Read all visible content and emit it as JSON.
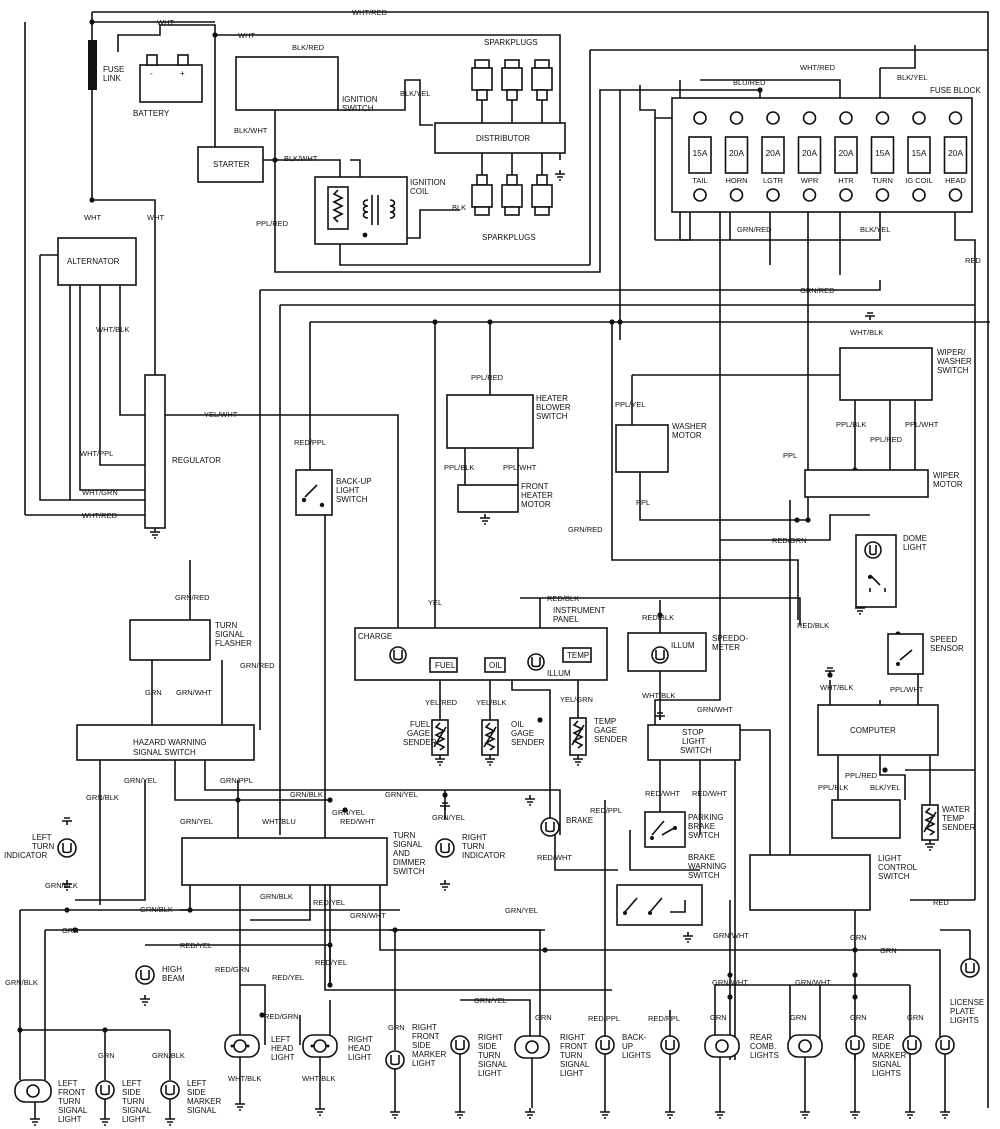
{
  "labels": {
    "fuse_link": [
      "FUSE",
      "LINK"
    ],
    "battery": "BATTERY",
    "battery_neg": "-",
    "battery_pos": "+",
    "ignition_switch": [
      "IGNITION",
      "SWITCH"
    ],
    "sparkplugs_top": "SPARKPLUGS",
    "sparkplugs_bottom": "SPARKPLUGS",
    "distributor": "DISTRIBUTOR",
    "ignition_coil": [
      "IGNITION",
      "COIL"
    ],
    "starter": "STARTER",
    "alternator": "ALTERNATOR",
    "regulator": "REGULATOR",
    "fuse_block": "FUSE BLOCK",
    "heater_blower_switch": [
      "HEATER",
      "BLOWER",
      "SWITCH"
    ],
    "front_heater_motor": [
      "FRONT",
      "HEATER",
      "MOTOR"
    ],
    "washer_motor": [
      "WASHER",
      "MOTOR"
    ],
    "wiper_washer_switch": [
      "WIPER/",
      "WASHER",
      "SWITCH"
    ],
    "wiper_motor": [
      "WIPER",
      "MOTOR"
    ],
    "dome_light": [
      "DOME",
      "LIGHT"
    ],
    "back_up_light_switch": [
      "BACK-UP",
      "LIGHT",
      "SWITCH"
    ],
    "turn_signal_flasher": [
      "TURN",
      "SIGNAL",
      "FLASHER"
    ],
    "instrument_panel": [
      "INSTRUMENT",
      "PANEL"
    ],
    "charge": "CHARGE",
    "fuel": "FUEL",
    "oil": "OIL",
    "temp": "TEMP",
    "illum_panel": "ILLUM",
    "illum_speedo": "ILLUM",
    "speedometer": [
      "SPEEDO-",
      "METER"
    ],
    "speed_sensor": [
      "SPEED",
      "SENSOR"
    ],
    "computer": "COMPUTER",
    "water_temp_sender": [
      "WATER",
      "TEMP",
      "SENDER"
    ],
    "fuel_gage_sender": [
      "FUEL",
      "GAGE",
      "SENDER"
    ],
    "oil_gage_sender": [
      "OIL",
      "GAGE",
      "SENDER"
    ],
    "temp_gage_sender": [
      "TEMP",
      "GAGE",
      "SENDER"
    ],
    "hazard_warning_switch": [
      "HAZARD WARNING",
      "SIGNAL SWITCH"
    ],
    "stop_light_switch": [
      "STOP",
      "LIGHT",
      "SWITCH"
    ],
    "brake": "BRAKE",
    "parking_brake_switch": [
      "PARKING",
      "BRAKE",
      "SWITCH"
    ],
    "brake_warning_switch": [
      "BRAKE",
      "WARNING",
      "SWITCH"
    ],
    "left_turn_indicator": [
      "LEFT",
      "TURN",
      "INDICATOR"
    ],
    "right_turn_indicator": [
      "RIGHT",
      "TURN",
      "INDICATOR"
    ],
    "turn_signal_dimmer_switch": [
      "TURN",
      "SIGNAL",
      "AND",
      "DIMMER",
      "SWITCH"
    ],
    "light_control_switch": [
      "LIGHT",
      "CONTROL",
      "SWITCH"
    ],
    "high_beam": [
      "HIGH",
      "BEAM"
    ],
    "license_plate_lights": [
      "LICENSE",
      "PLATE",
      "LIGHTS"
    ],
    "left_head_light": [
      "LEFT",
      "HEAD",
      "LIGHT"
    ],
    "right_head_light": [
      "RIGHT",
      "HEAD",
      "LIGHT"
    ],
    "right_front_side_marker": [
      "RIGHT",
      "FRONT",
      "SIDE",
      "MARKER",
      "LIGHT"
    ],
    "right_side_turn_signal": [
      "RIGHT",
      "SIDE",
      "TURN",
      "SIGNAL",
      "LIGHT"
    ],
    "right_front_turn_signal": [
      "RIGHT",
      "FRONT",
      "TURN",
      "SIGNAL",
      "LIGHT"
    ],
    "back_up_lights": [
      "BACK-",
      "UP",
      "LIGHTS"
    ],
    "rear_comb_lights": [
      "REAR",
      "COMB.",
      "LIGHTS"
    ],
    "rear_side_marker": [
      "REAR",
      "SIDE",
      "MARKER",
      "SIGNAL",
      "LIGHTS"
    ],
    "left_front_turn_signal": [
      "LEFT",
      "FRONT",
      "TURN",
      "SIGNAL",
      "LIGHT"
    ],
    "left_side_turn_signal": [
      "LEFT",
      "SIDE",
      "TURN",
      "SIGNAL",
      "LIGHT"
    ],
    "left_side_marker_signal": [
      "LEFT",
      "SIDE",
      "MARKER",
      "SIGNAL"
    ]
  },
  "fuses": [
    {
      "rating": "15A",
      "circuit": "TAIL"
    },
    {
      "rating": "20A",
      "circuit": "HORN"
    },
    {
      "rating": "20A",
      "circuit": "LGTR"
    },
    {
      "rating": "20A",
      "circuit": "WPR"
    },
    {
      "rating": "20A",
      "circuit": "HTR"
    },
    {
      "rating": "15A",
      "circuit": "TURN"
    },
    {
      "rating": "15A",
      "circuit": "IG COIL"
    },
    {
      "rating": "20A",
      "circuit": "HEAD"
    }
  ],
  "wires": {
    "wht_red_top": "WHT/RED",
    "wht_1": "WHT",
    "wht_2": "WHT",
    "wht_3": "WHT",
    "wht_4": "WHT",
    "blk_red": "BLK/RED",
    "blk_yel_1": "BLK/YEL",
    "blk_wht_1": "BLK/WHT",
    "blk_wht_2": "BLK/WHT",
    "blk": "BLK",
    "ppl_red_1": "PPL/RED",
    "ppl_red_2": "PPL/RED",
    "blu_red": "BLU/RED",
    "wht_red_2": "WHT/RED",
    "blk_yel_2": "BLK/YEL",
    "grn_red_1": "GRN/RED",
    "blk_yel_3": "BLK/YEL",
    "red_1": "RED",
    "grn_red_2": "GRN/RED",
    "wht_blk_1": "WHT/BLK",
    "yel_wht": "YEL/WHT",
    "red_ppl_1": "RED/PPL",
    "wht_ppl": "WHT/PPL",
    "wht_grn": "WHT/GRN",
    "wht_red_3": "WHT/RED",
    "ppl_blk_1": "PPL/BLK",
    "ppl_wht_1": "PPL/WHT",
    "ppl_yel": "PPL/YEL",
    "ppl_blk_2": "PPL/BLK",
    "ppl_red_3": "PPL/RED",
    "ppl_wht_2": "PPL/WHT",
    "ppl_1": "PPL",
    "ppl_2": "PPL",
    "grn_red_3": "GRN/RED",
    "red_grn_1": "RED/GRN",
    "wht_blk_2": "WHT/BLK",
    "grn_red_4": "GRN/RED",
    "yel": "YEL",
    "red_blk_1": "RED/BLK",
    "red_blk_2": "RED/BLK",
    "red_blk_3": "RED/BLK",
    "grn_red_5": "GRN/RED",
    "grn_1": "GRN",
    "grn_wht_1": "GRN/WHT",
    "yel_red": "YEL/RED",
    "yel_blk": "YEL/BLK",
    "yel_grn": "YEL/GRN",
    "wht_blk_3": "WHT/BLK",
    "wht_blk_4": "WHT/BLK",
    "ppl_wht_3": "PPL/WHT",
    "grn_wht_2": "GRN/WHT",
    "ppl_red_4": "PPL/RED",
    "ppl_blk_3": "PPL/BLK",
    "blk_yel_4": "BLK/YEL",
    "grn_blk_1": "GRN/BLK",
    "grn_yel_1": "GRN/YEL",
    "grn_ppl": "GRN/PPL",
    "grn_blk_2": "GRN/BLK",
    "grn_yel_2": "GRN/YEL",
    "grn_yel_3": "GRN/YEL",
    "red_wht_1": "RED/WHT",
    "grn_yel_4": "GRN/YEL",
    "wht_blu": "WHT/BLU",
    "grn_yel_5": "GRN/YEL",
    "red_wht_2": "RED/WHT",
    "red_wht_3": "RED/WHT",
    "red_ppl_2": "RED/PPL",
    "red_wht_4": "RED/WHT",
    "grn_blk_3": "GRN/BLK",
    "grn_blk_4": "GRN/BLK",
    "grn_blk_5": "GRN/BLK",
    "red_yel_1": "RED/YEL",
    "grn_wht_3": "GRN/WHT",
    "grn_yel_6": "GRN/YEL",
    "red_2": "RED",
    "grn_2": "GRN",
    "red_yel_2": "RED/YEL",
    "grn_wht_4": "GRN/WHT",
    "grn_3": "GRN",
    "grn_4": "GRN",
    "red_grn_2": "RED/GRN",
    "red_yel_3": "RED/YEL",
    "red_yel_4": "RED/YEL",
    "red_grn_3": "RED/GRN",
    "grn_5": "GRN",
    "grn_yel_7": "GRN/YEL",
    "grn_6": "GRN",
    "red_ppl_3": "RED/PPL",
    "red_ppl_4": "RED/PPL",
    "grn_wht_5": "GRN/WHT",
    "grn_wht_6": "GRN/WHT",
    "grn_7": "GRN",
    "grn_8": "GRN",
    "grn_9": "GRN",
    "grn_10": "GRN",
    "grn_blk_6": "GRN/BLK",
    "grn_11": "GRN",
    "grn_blk_7": "GRN/BLK",
    "wht_blk_5": "WHT/BLK",
    "wht_blk_6": "WHT/BLK"
  }
}
